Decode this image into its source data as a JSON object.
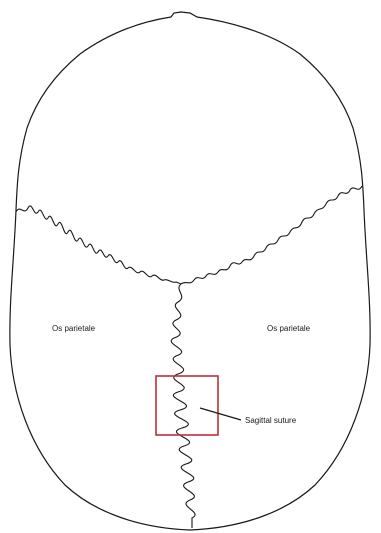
{
  "labels": {
    "left_bone": "Os parietale",
    "right_bone": "Os parietale",
    "suture": "Sagittal suture"
  },
  "colors": {
    "outline": "#1a1a1a",
    "highlight_box": "#c0303b",
    "background": "#ffffff"
  }
}
